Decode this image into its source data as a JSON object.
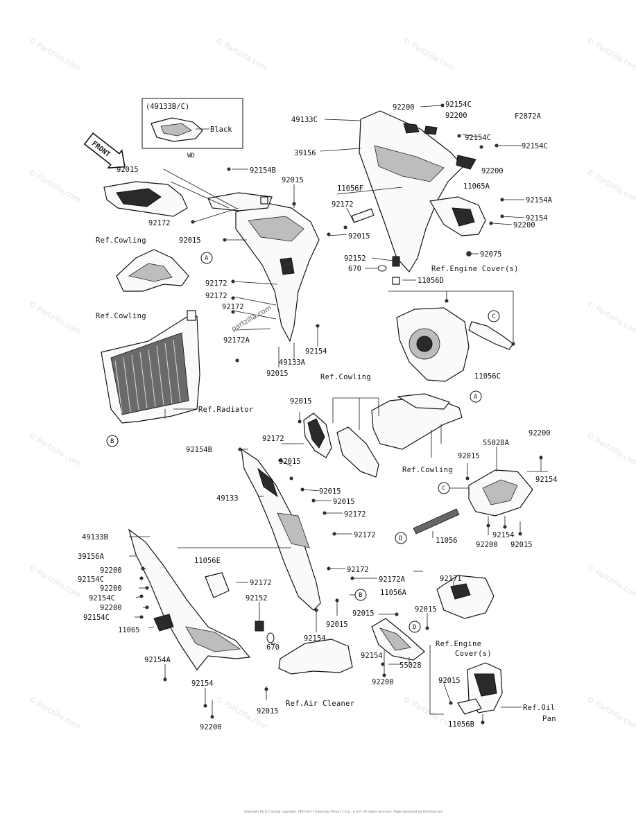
{
  "figure_code": "F2872A",
  "inset": {
    "title": "(49133B/C)",
    "color_label": "Black",
    "variant": "WD"
  },
  "front_arrow": "FRONT",
  "watermark": "© Partzilla.com",
  "center_watermark": "partzilla.com",
  "copyright": "Kawasaki Parts Catalog copyright 1995-2017 Kawasaki Motors Corp., U.S.A. All rights reserved. Page displayed by Partzilla.com",
  "callouts": {
    "A": "A",
    "B": "B",
    "C": "C",
    "D": "D"
  },
  "refs": {
    "cowling1": "Ref.Cowling",
    "cowling2": "Ref.Cowling",
    "cowling3": "Ref.Cowling",
    "cowling4": "Ref.Cowling",
    "radiator": "Ref.Radiator",
    "engine_cover1": "Ref.Engine Cover(s)",
    "engine_cover2_a": "Ref.Engine",
    "engine_cover2_b": "Cover(s)",
    "air_cleaner": "Ref.Air Cleaner",
    "oil_pan_a": "Ref.Oil",
    "oil_pan_b": "Pan"
  },
  "labels": {
    "p92200_a": "92200",
    "p92154C_a": "92154C",
    "p49133C": "49133C",
    "p92200_b": "92200",
    "p92154C_b": "92154C",
    "p92154C_c": "92154C",
    "p39156": "39156",
    "p92200_c": "92200",
    "p11065A": "11065A",
    "p92015_a": "92015",
    "p92154B_a": "92154B",
    "p92015_b": "92015",
    "p11056F": "11056F",
    "p92172_a": "92172",
    "p92172_b": "92172",
    "p92015_c": "92015",
    "p92015_d": "92015",
    "p92154A_a": "92154A",
    "p92154_a": "92154",
    "p92200_d": "92200",
    "p92075": "92075",
    "p92152_a": "92152",
    "p670_a": "670",
    "p11056D": "11056D",
    "p92172_c": "92172",
    "p92172_d": "92172",
    "p92172_e": "92172",
    "p92172A_a": "92172A",
    "p92154_b": "92154",
    "p49133A": "49133A",
    "p92015_e": "92015",
    "p11056C": "11056C",
    "p92015_f": "92015",
    "p92172_f": "92172",
    "p92154B_b": "92154B",
    "p92015_g": "92015",
    "p49133": "49133",
    "p92015_h": "92015",
    "p92015_i": "92015",
    "p92172_g": "92172",
    "p92172_h": "92172",
    "p55028A": "55028A",
    "p92200_e": "92200",
    "p92015_j": "92015",
    "p92154_c": "92154",
    "p11056": "11056",
    "p92154_d": "92154",
    "p92200_f": "92200",
    "p92015_k": "92015",
    "p49133B": "49133B",
    "p39156A": "39156A",
    "p92200_g": "92200",
    "p92154C_d": "92154C",
    "p92200_h": "92200",
    "p92154C_e": "92154C",
    "p92200_i": "92200",
    "p92154C_f": "92154C",
    "p11065": "11065",
    "p11056E": "11056E",
    "p92172_i": "92172",
    "p92152_b": "92152",
    "p92172_j": "92172",
    "p92172A_b": "92172A",
    "p670_b": "670",
    "p92154_e": "92154",
    "p92015_l": "92015",
    "p92154A_b": "92154A",
    "p92154_f": "92154",
    "p92200_j": "92200",
    "p92015_m": "92015",
    "p92171": "92171",
    "p11056A": "11056A",
    "p92015_n": "92015",
    "p92015_o": "92015",
    "p92154_g": "92154",
    "p55028": "55028",
    "p92200_k": "92200",
    "p92015_p": "92015",
    "p11056B": "11056B"
  }
}
